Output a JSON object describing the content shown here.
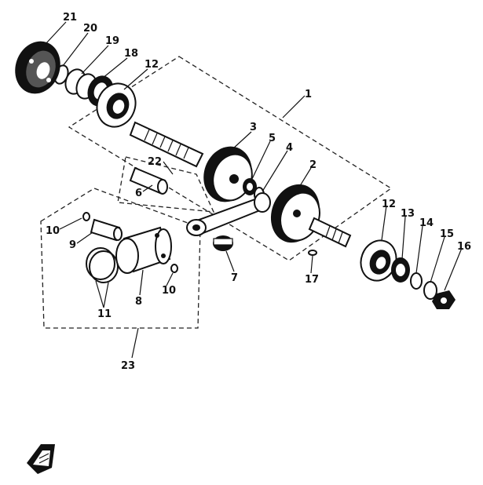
{
  "diagram": {
    "callouts": [
      {
        "id": "c1",
        "label": "1"
      },
      {
        "id": "c2",
        "label": "2"
      },
      {
        "id": "c3",
        "label": "3"
      },
      {
        "id": "c4",
        "label": "4"
      },
      {
        "id": "c5",
        "label": "5"
      },
      {
        "id": "c6",
        "label": "6"
      },
      {
        "id": "c7",
        "label": "7"
      },
      {
        "id": "c8",
        "label": "8"
      },
      {
        "id": "c9",
        "label": "9"
      },
      {
        "id": "c10a",
        "label": "10"
      },
      {
        "id": "c10b",
        "label": "10"
      },
      {
        "id": "c11",
        "label": "11"
      },
      {
        "id": "c12a",
        "label": "12"
      },
      {
        "id": "c12b",
        "label": "12"
      },
      {
        "id": "c13",
        "label": "13"
      },
      {
        "id": "c14",
        "label": "14"
      },
      {
        "id": "c15",
        "label": "15"
      },
      {
        "id": "c16",
        "label": "16"
      },
      {
        "id": "c17",
        "label": "17"
      },
      {
        "id": "c18",
        "label": "18"
      },
      {
        "id": "c19",
        "label": "19"
      },
      {
        "id": "c20",
        "label": "20"
      },
      {
        "id": "c21",
        "label": "21"
      },
      {
        "id": "c22",
        "label": "22"
      },
      {
        "id": "c23",
        "label": "23"
      }
    ]
  }
}
